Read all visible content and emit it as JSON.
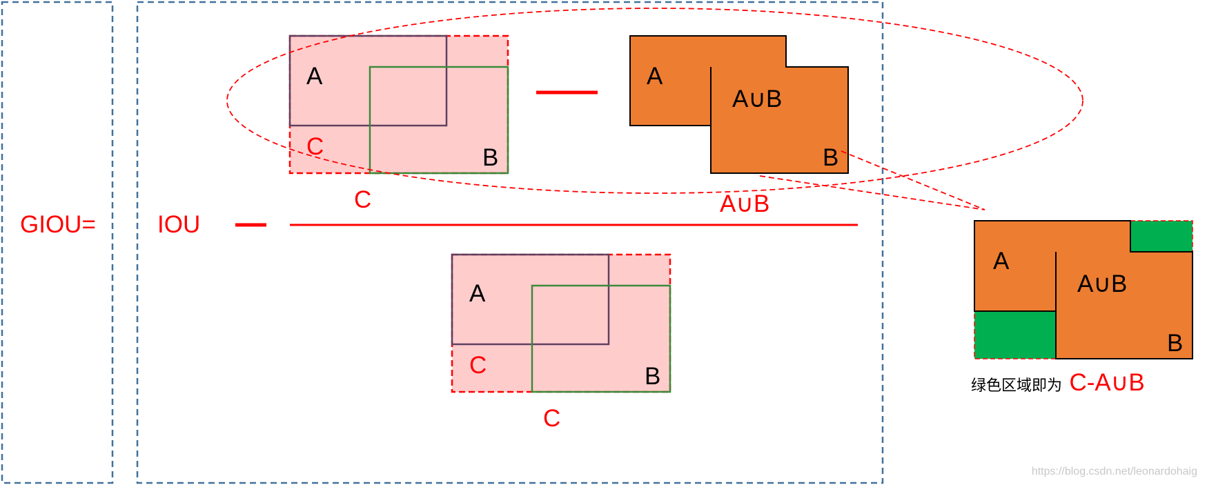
{
  "formula": {
    "lhs": "GIOU=",
    "iou": "IOU",
    "minus": "—"
  },
  "numerator": {
    "box_a": "A",
    "box_b": "B",
    "box_c": "C",
    "c_caption": "C",
    "union_a": "A",
    "union_ab": "A∪B",
    "union_b": "B",
    "union_caption": "A∪B"
  },
  "denominator": {
    "box_a": "A",
    "box_b": "B",
    "box_c": "C",
    "c_caption": "C"
  },
  "zoom": {
    "a": "A",
    "ab": "A∪B",
    "b": "B",
    "caption_prefix": "绿色区域即为",
    "caption_highlight": "C-A∪B"
  },
  "watermark": "https://blog.csdn.net/leonardohaig",
  "colors": {
    "frame": "#41719c",
    "red": "#ff0000",
    "pink": "#ffcccc",
    "orange": "#ed7d31",
    "green": "#00b050",
    "box_a_stroke": "#604060",
    "box_b_stroke": "#3a8a3a",
    "text": "#000000",
    "watermark": "#c8c8c8"
  }
}
